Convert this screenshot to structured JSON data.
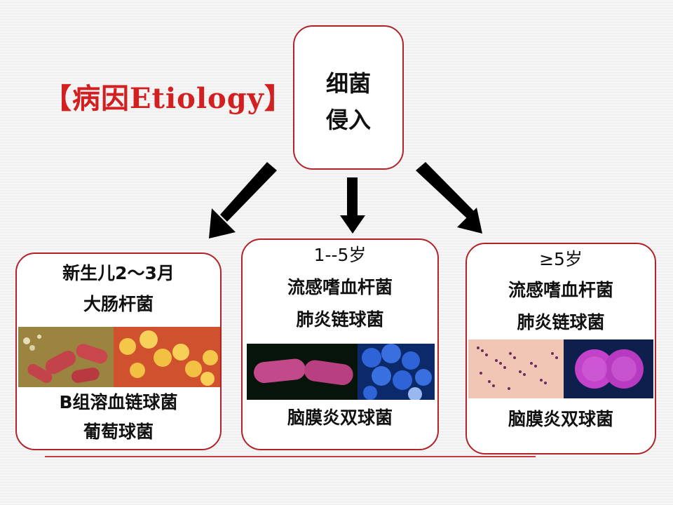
{
  "title": "【病因Etiology】",
  "root": {
    "line1": "细菌",
    "line2": "侵入"
  },
  "groups": [
    {
      "age": "新生儿2～3月",
      "organisms_top": [
        "大肠杆菌"
      ],
      "organisms_bottom": [
        "B组溶血链球菌",
        "葡萄球菌"
      ]
    },
    {
      "age": "1--5岁",
      "organisms_top": [
        "流感嗜血杆菌",
        "肺炎链球菌"
      ],
      "organisms_bottom": [
        "脑膜炎双球菌"
      ]
    },
    {
      "age": "≥5岁",
      "organisms_top": [
        "流感嗜血杆菌",
        "肺炎链球菌"
      ],
      "organisms_bottom": [
        "脑膜炎双球菌"
      ]
    }
  ],
  "colors": {
    "accent": "#d21f1f",
    "border": "#b0232a"
  }
}
